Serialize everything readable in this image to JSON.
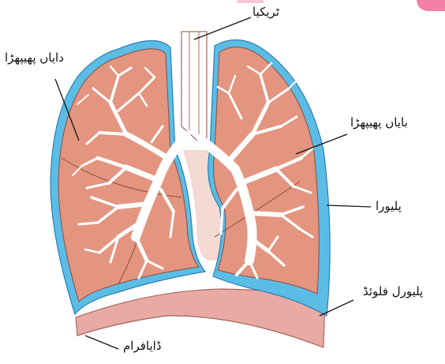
{
  "labels": {
    "trachea": "ٹریکیا",
    "right_lung": "دایاں پھیپھڑا",
    "left_lung": "بایاں پھیپھڑا",
    "pleura": "پلیورا",
    "pleural_fluid": "پلیورل فلوئڈ",
    "diaphragm": "ڈایافرام"
  },
  "colors": {
    "lung_tissue": "#e39580",
    "pleura": "#5bbde6",
    "airways": "#ffffff",
    "diaphragm": "#e8aaa2",
    "pointer_lines": "#111111"
  }
}
